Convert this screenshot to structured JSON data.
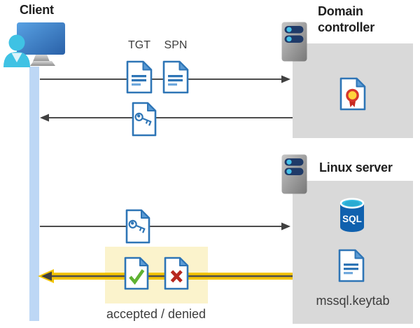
{
  "client": {
    "label": "Client"
  },
  "domain_controller": {
    "label": "Domain controller"
  },
  "linux_server": {
    "label": "Linux server",
    "sql_label": "SQL",
    "keytab_label": "mssql.keytab"
  },
  "flow": {
    "tgt_label": "TGT",
    "spn_label": "SPN",
    "result_label": "accepted / denied"
  },
  "colors": {
    "doc_border_blue": "#2e75b6",
    "doc_fold_blue": "#5b9bd5",
    "doc_line_light_blue": "#6fa8dc",
    "box_gray": "#d9d9d9",
    "timeline_bar_blue": "#bdd7f5",
    "highlight_yellow": "#f2c300",
    "highlight_box_yellow": "#fbf3cc",
    "accepted_green": "#5fb232",
    "denied_red": "#b7271f",
    "sql_body_blue": "#1061ae",
    "sql_top_cyan": "#38bde4",
    "arrow_gray": "#4d4d4d",
    "server_pill_navy": "#1f3a68",
    "server_dot_cyan": "#45c2ea",
    "person_cyan": "#3fc2e4"
  }
}
